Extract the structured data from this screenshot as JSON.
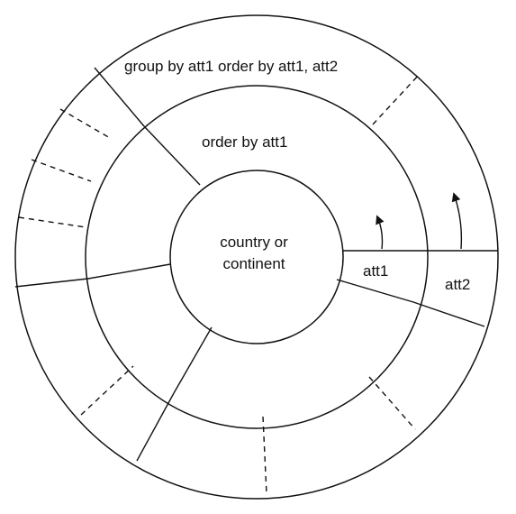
{
  "diagram": {
    "outer_ring_label": "group by att1 order by att1, att2",
    "middle_ring_label": "order by att1",
    "center_label_line1": "country or",
    "center_label_line2": "continent",
    "att1_label": "att1",
    "att2_label": "att2",
    "colors": {
      "stroke": "#111111",
      "background": "#ffffff"
    },
    "arrow_meaning": "counter-clockwise sort direction"
  }
}
